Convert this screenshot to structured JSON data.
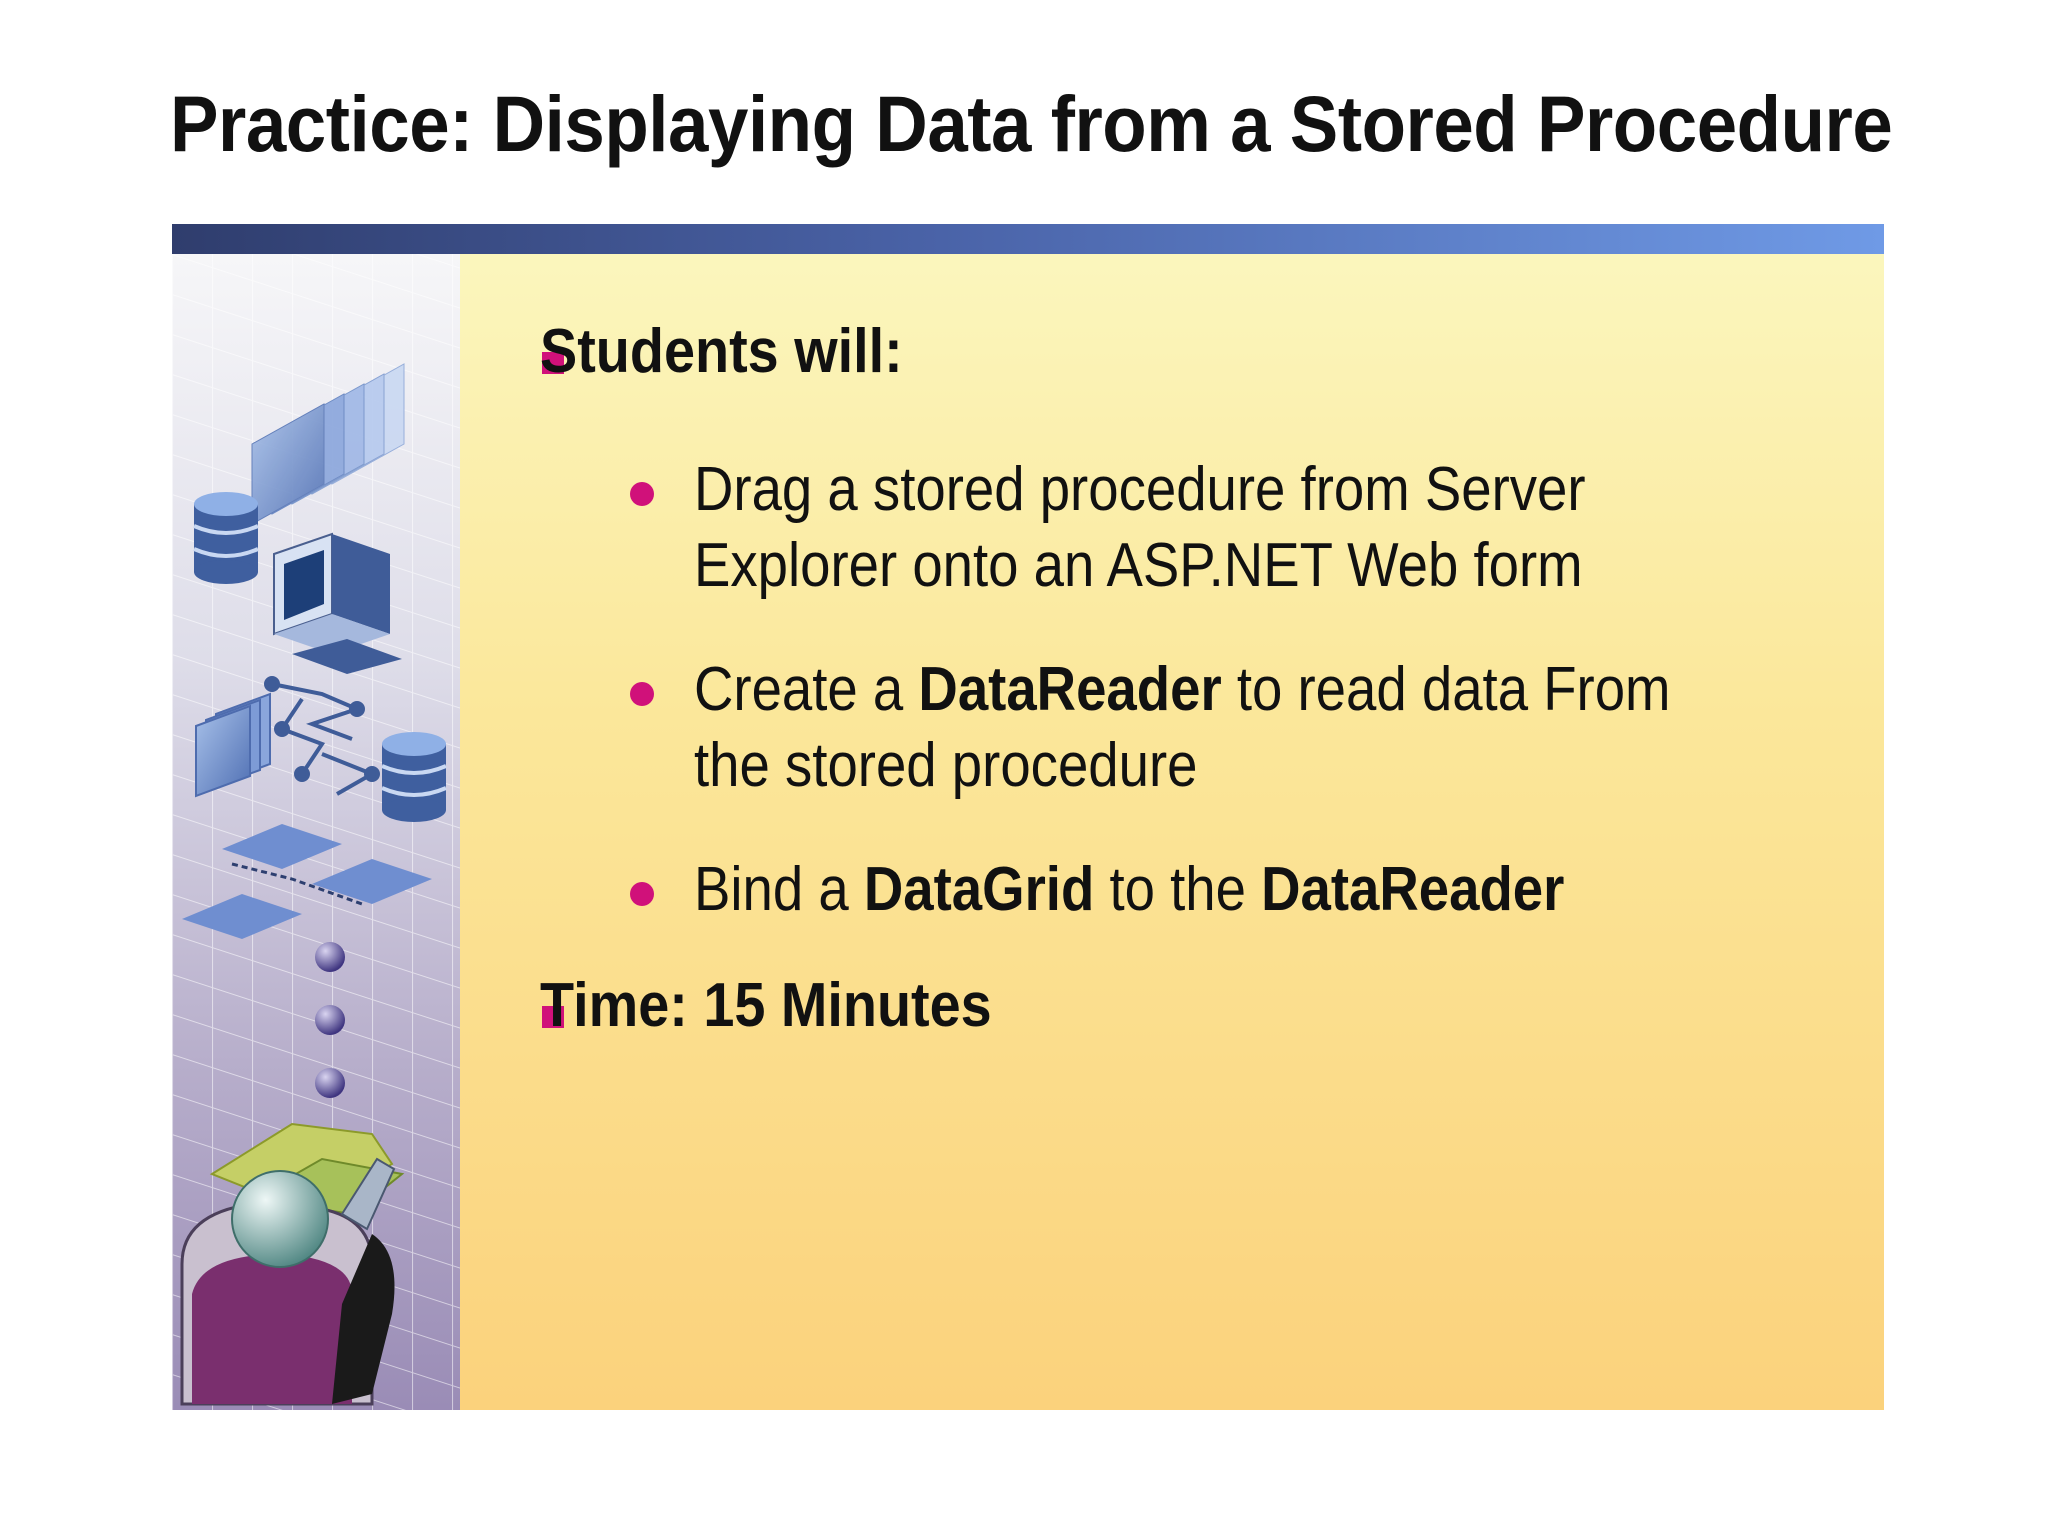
{
  "slide": {
    "title": "Practice: Displaying Data from a Stored Procedure",
    "bullets": {
      "students": "Students will:",
      "sub1": {
        "line1": "Drag a stored procedure from Server",
        "line2": "Explorer onto an ASP.NET Web form"
      },
      "sub2": {
        "pre": "Create a ",
        "bold": "DataReader",
        "post": " to read data From",
        "line2": "the stored procedure"
      },
      "sub3": {
        "pre": "Bind a ",
        "bold1": "DataGrid",
        "mid": " to the ",
        "bold2": "DataReader"
      },
      "time": "Time: 15 Minutes"
    }
  },
  "colors": {
    "header_bar_start": "#2f3d6d",
    "header_bar_end": "#6f9ae6",
    "bullet_accent": "#d0117a",
    "content_bg_top": "#fbf6bd",
    "content_bg_bottom": "#fbd27c"
  },
  "icons": [
    "page-stack-icon",
    "database-icon",
    "computer-icon",
    "network-icon",
    "document-icon",
    "dots-icon",
    "person-icon"
  ]
}
